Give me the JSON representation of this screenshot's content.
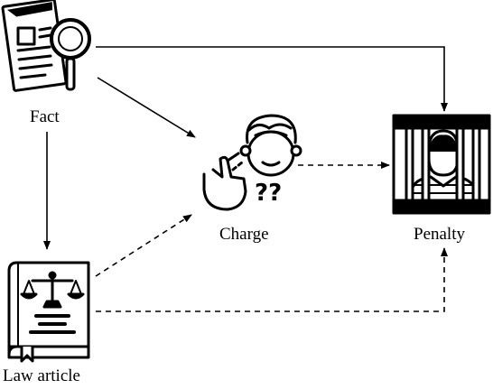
{
  "nodes": {
    "fact": {
      "label": "Fact",
      "icon": "document-magnifier-icon"
    },
    "charge": {
      "label": "Charge",
      "icon": "pointing-person-question-icon"
    },
    "penalty": {
      "label": "Penalty",
      "icon": "prisoner-behind-bars-icon"
    },
    "law_article": {
      "label": "Law article",
      "icon": "law-book-scales-icon"
    }
  },
  "edges": [
    {
      "from": "fact",
      "to": "penalty",
      "style": "solid"
    },
    {
      "from": "fact",
      "to": "charge",
      "style": "solid"
    },
    {
      "from": "fact",
      "to": "law_article",
      "style": "solid"
    },
    {
      "from": "charge",
      "to": "penalty",
      "style": "dashed"
    },
    {
      "from": "law_article",
      "to": "charge",
      "style": "dashed"
    },
    {
      "from": "law_article",
      "to": "penalty",
      "style": "dashed"
    }
  ],
  "colors": {
    "stroke": "#000000",
    "background": "#ffffff"
  }
}
